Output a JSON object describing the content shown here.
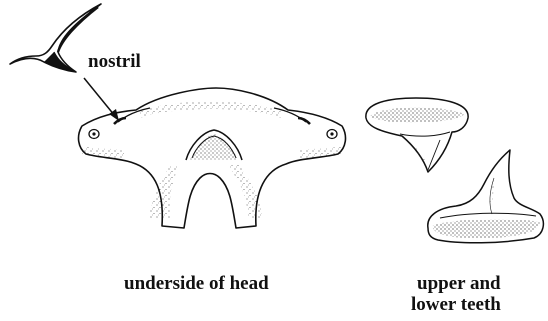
{
  "labels": {
    "nostril": "nostril",
    "underside_of_head": "underside of head",
    "upper_teeth_line1": "upper and",
    "upper_teeth_line2": "lower teeth"
  },
  "colors": {
    "ink": "#111111",
    "background": "#ffffff"
  }
}
